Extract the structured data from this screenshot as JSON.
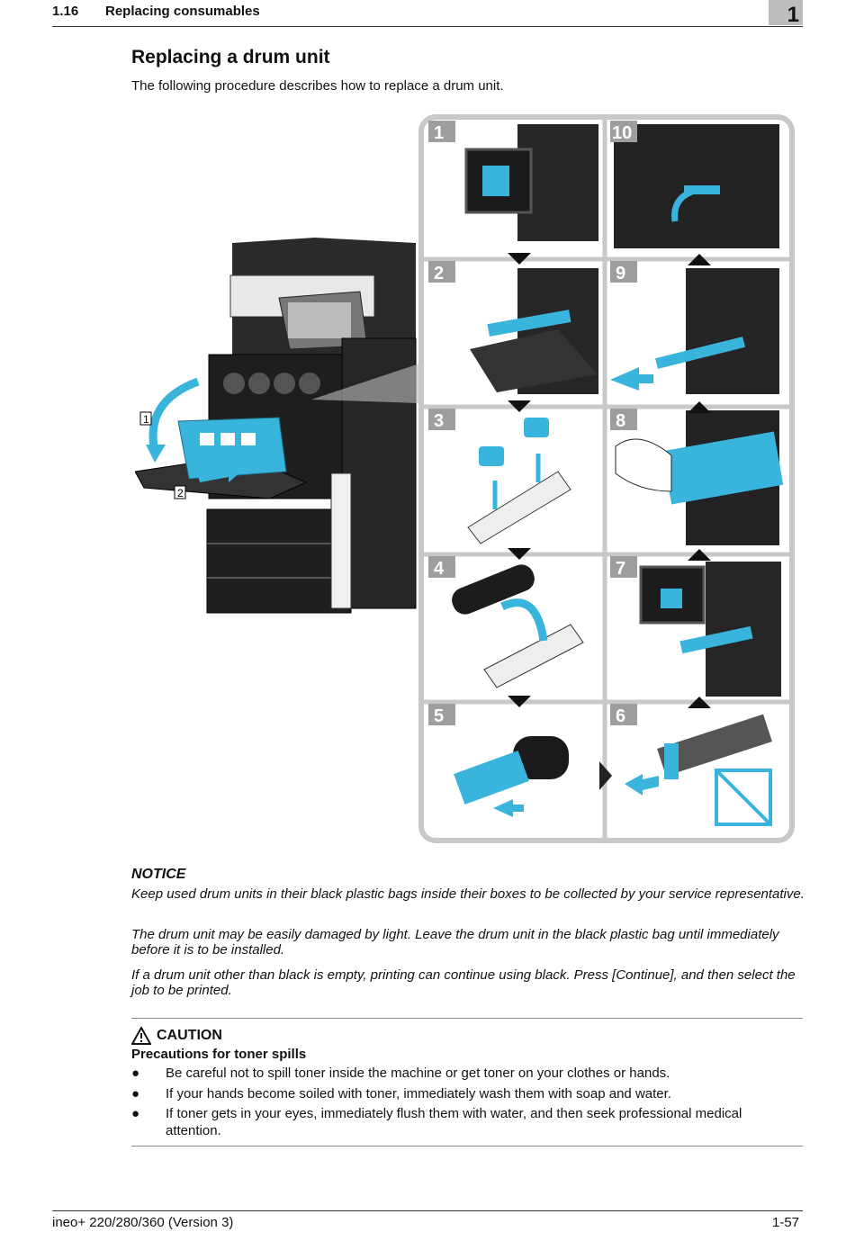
{
  "header": {
    "section": "1.16",
    "title": "Replacing consumables",
    "chapter": "1"
  },
  "page_title": "Replacing a drum unit",
  "intro": "The following procedure describes how to replace a drum unit.",
  "figure": {
    "callouts": [
      "1",
      "2"
    ],
    "steps": [
      "1",
      "2",
      "3",
      "4",
      "5",
      "6",
      "7",
      "8",
      "9",
      "10"
    ],
    "accent_color": "#39b4dc",
    "panel_border": "#c8c8c8"
  },
  "notice": {
    "heading": "NOTICE",
    "paragraphs": [
      "Keep used drum units in their black plastic bags inside their boxes to be collected by your service representative.",
      "The drum unit may be easily damaged by light. Leave the drum unit in the black plastic bag until immediately before it is to be installed.",
      "If a drum unit other than black is empty, printing can continue using black. Press [Continue], and then select the job to be printed."
    ]
  },
  "caution": {
    "icon": "warning-triangle-icon",
    "heading": "CAUTION",
    "subheading": "Precautions for toner spills",
    "bullet_symbol": "●",
    "bullets": [
      "Be careful not to spill toner inside the machine or get toner on your clothes or hands.",
      "If your hands become soiled with toner, immediately wash them with soap and water.",
      "If toner gets in your eyes, immediately flush them with water, and then seek professional medical attention."
    ]
  },
  "footer": {
    "left": "ineo+ 220/280/360 (Version 3)",
    "right": "1-57"
  }
}
